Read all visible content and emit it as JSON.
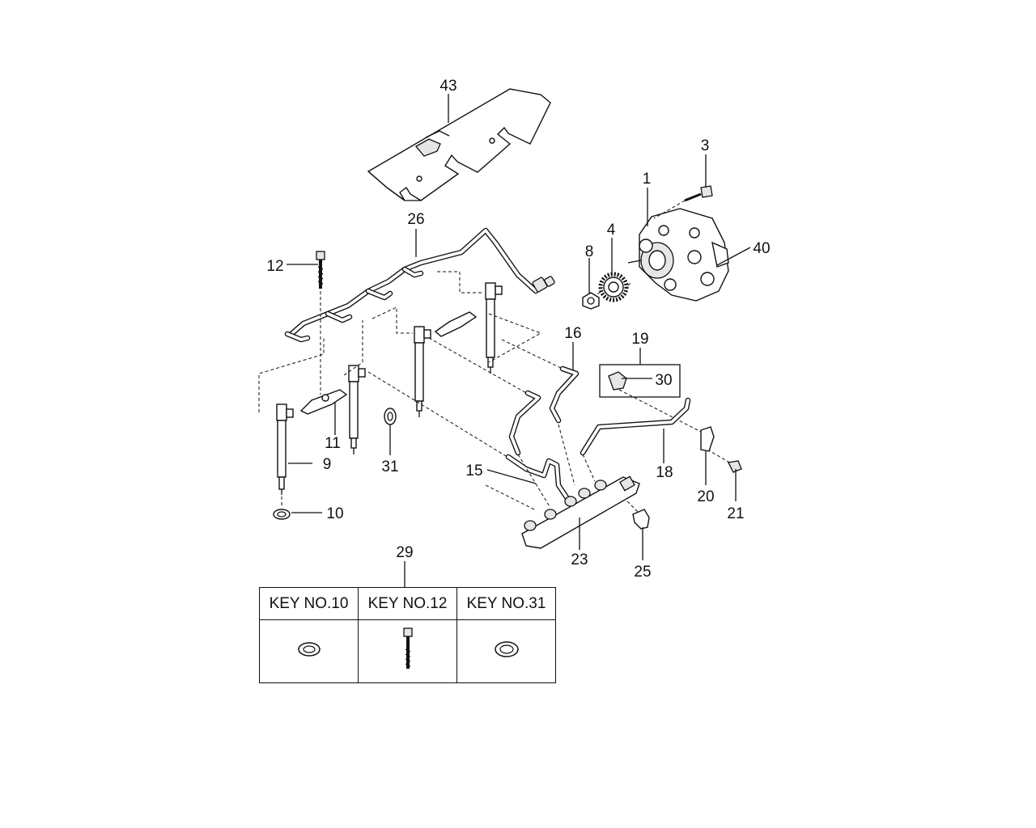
{
  "callouts": {
    "c1": "1",
    "c3": "3",
    "c4": "4",
    "c8": "8",
    "c9": "9",
    "c10": "10",
    "c11": "11",
    "c12": "12",
    "c15": "15",
    "c16": "16",
    "c18": "18",
    "c19": "19",
    "c20": "20",
    "c21": "21",
    "c23": "23",
    "c25": "25",
    "c26": "26",
    "c29": "29",
    "c30": "30",
    "c31": "31",
    "c40": "40",
    "c43": "43"
  },
  "key_table": {
    "headers": [
      "KEY NO.10",
      "KEY NO.12",
      "KEY NO.31"
    ],
    "icons": [
      "seal-ring-icon",
      "bolt-icon",
      "washer-icon"
    ]
  }
}
